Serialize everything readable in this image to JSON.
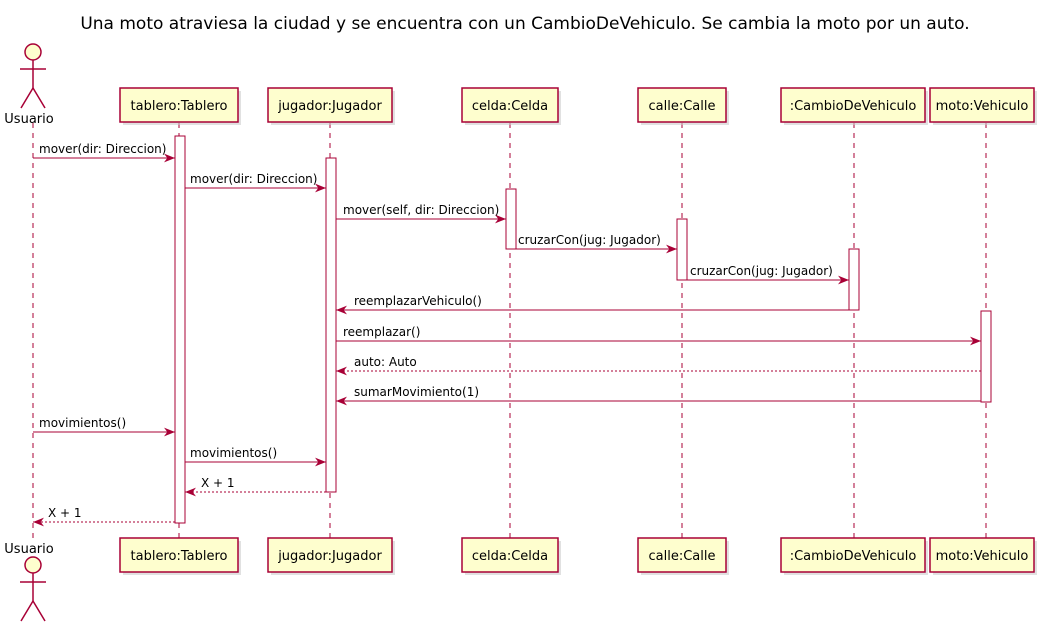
{
  "title": "Una moto atraviesa la ciudad y se encuentra con un CambioDeVehiculo. Se cambia la moto por un auto.",
  "actor": {
    "name": "Usuario"
  },
  "participants": [
    {
      "id": "tablero",
      "label": "tablero:Tablero"
    },
    {
      "id": "jugador",
      "label": "jugador:Jugador"
    },
    {
      "id": "celda",
      "label": "celda:Celda"
    },
    {
      "id": "calle",
      "label": "calle:Calle"
    },
    {
      "id": "cambio",
      "label": ":CambioDeVehiculo"
    },
    {
      "id": "moto",
      "label": "moto:Vehiculo"
    }
  ],
  "messages": [
    {
      "from": "usuario",
      "to": "tablero",
      "label": "mover(dir: Direccion)",
      "kind": "call"
    },
    {
      "from": "tablero",
      "to": "jugador",
      "label": "mover(dir: Direccion)",
      "kind": "call"
    },
    {
      "from": "jugador",
      "to": "celda",
      "label": "mover(self, dir: Direccion)",
      "kind": "call"
    },
    {
      "from": "celda",
      "to": "calle",
      "label": "cruzarCon(jug: Jugador)",
      "kind": "call"
    },
    {
      "from": "calle",
      "to": "cambio",
      "label": "cruzarCon(jug: Jugador)",
      "kind": "call"
    },
    {
      "from": "cambio",
      "to": "jugador",
      "label": "reemplazarVehiculo()",
      "kind": "call"
    },
    {
      "from": "jugador",
      "to": "moto",
      "label": "reemplazar()",
      "kind": "call"
    },
    {
      "from": "moto",
      "to": "jugador",
      "label": "auto: Auto",
      "kind": "return"
    },
    {
      "from": "moto",
      "to": "jugador",
      "label": "sumarMovimiento(1)",
      "kind": "call"
    },
    {
      "from": "usuario",
      "to": "tablero",
      "label": "movimientos()",
      "kind": "call"
    },
    {
      "from": "tablero",
      "to": "jugador",
      "label": "movimientos()",
      "kind": "call"
    },
    {
      "from": "jugador",
      "to": "tablero",
      "label": "X + 1",
      "kind": "return"
    },
    {
      "from": "tablero",
      "to": "usuario",
      "label": "X + 1",
      "kind": "return"
    }
  ],
  "colors": {
    "border": "#A80036",
    "fill": "#FEFECE",
    "background": "#FFFFFF"
  }
}
